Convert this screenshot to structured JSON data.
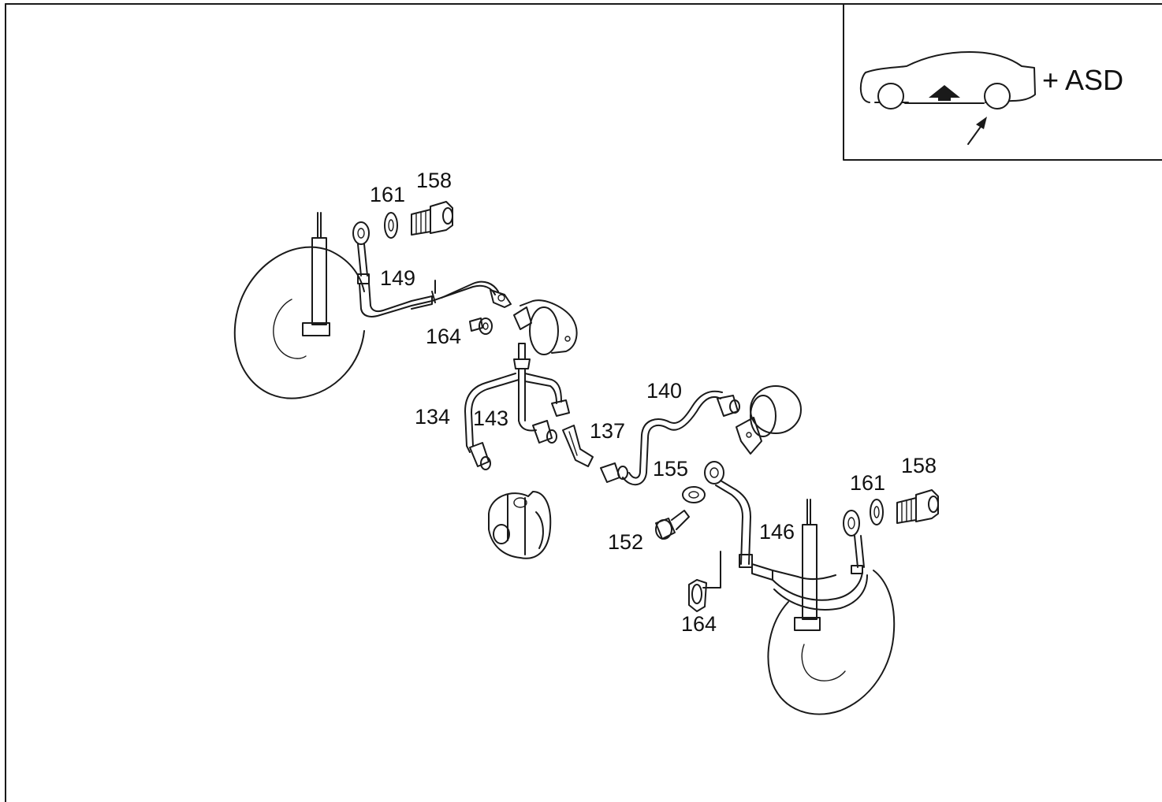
{
  "inset": {
    "label": "+ ASD"
  },
  "callouts": {
    "p158_left": "158",
    "p161_left": "161",
    "p149": "149",
    "p164_left": "164",
    "p134": "134",
    "p143": "143",
    "p137": "137",
    "p140": "140",
    "p155": "155",
    "p152": "152",
    "p161_right": "161",
    "p158_right": "158",
    "p146": "146",
    "p164_right": "164"
  }
}
